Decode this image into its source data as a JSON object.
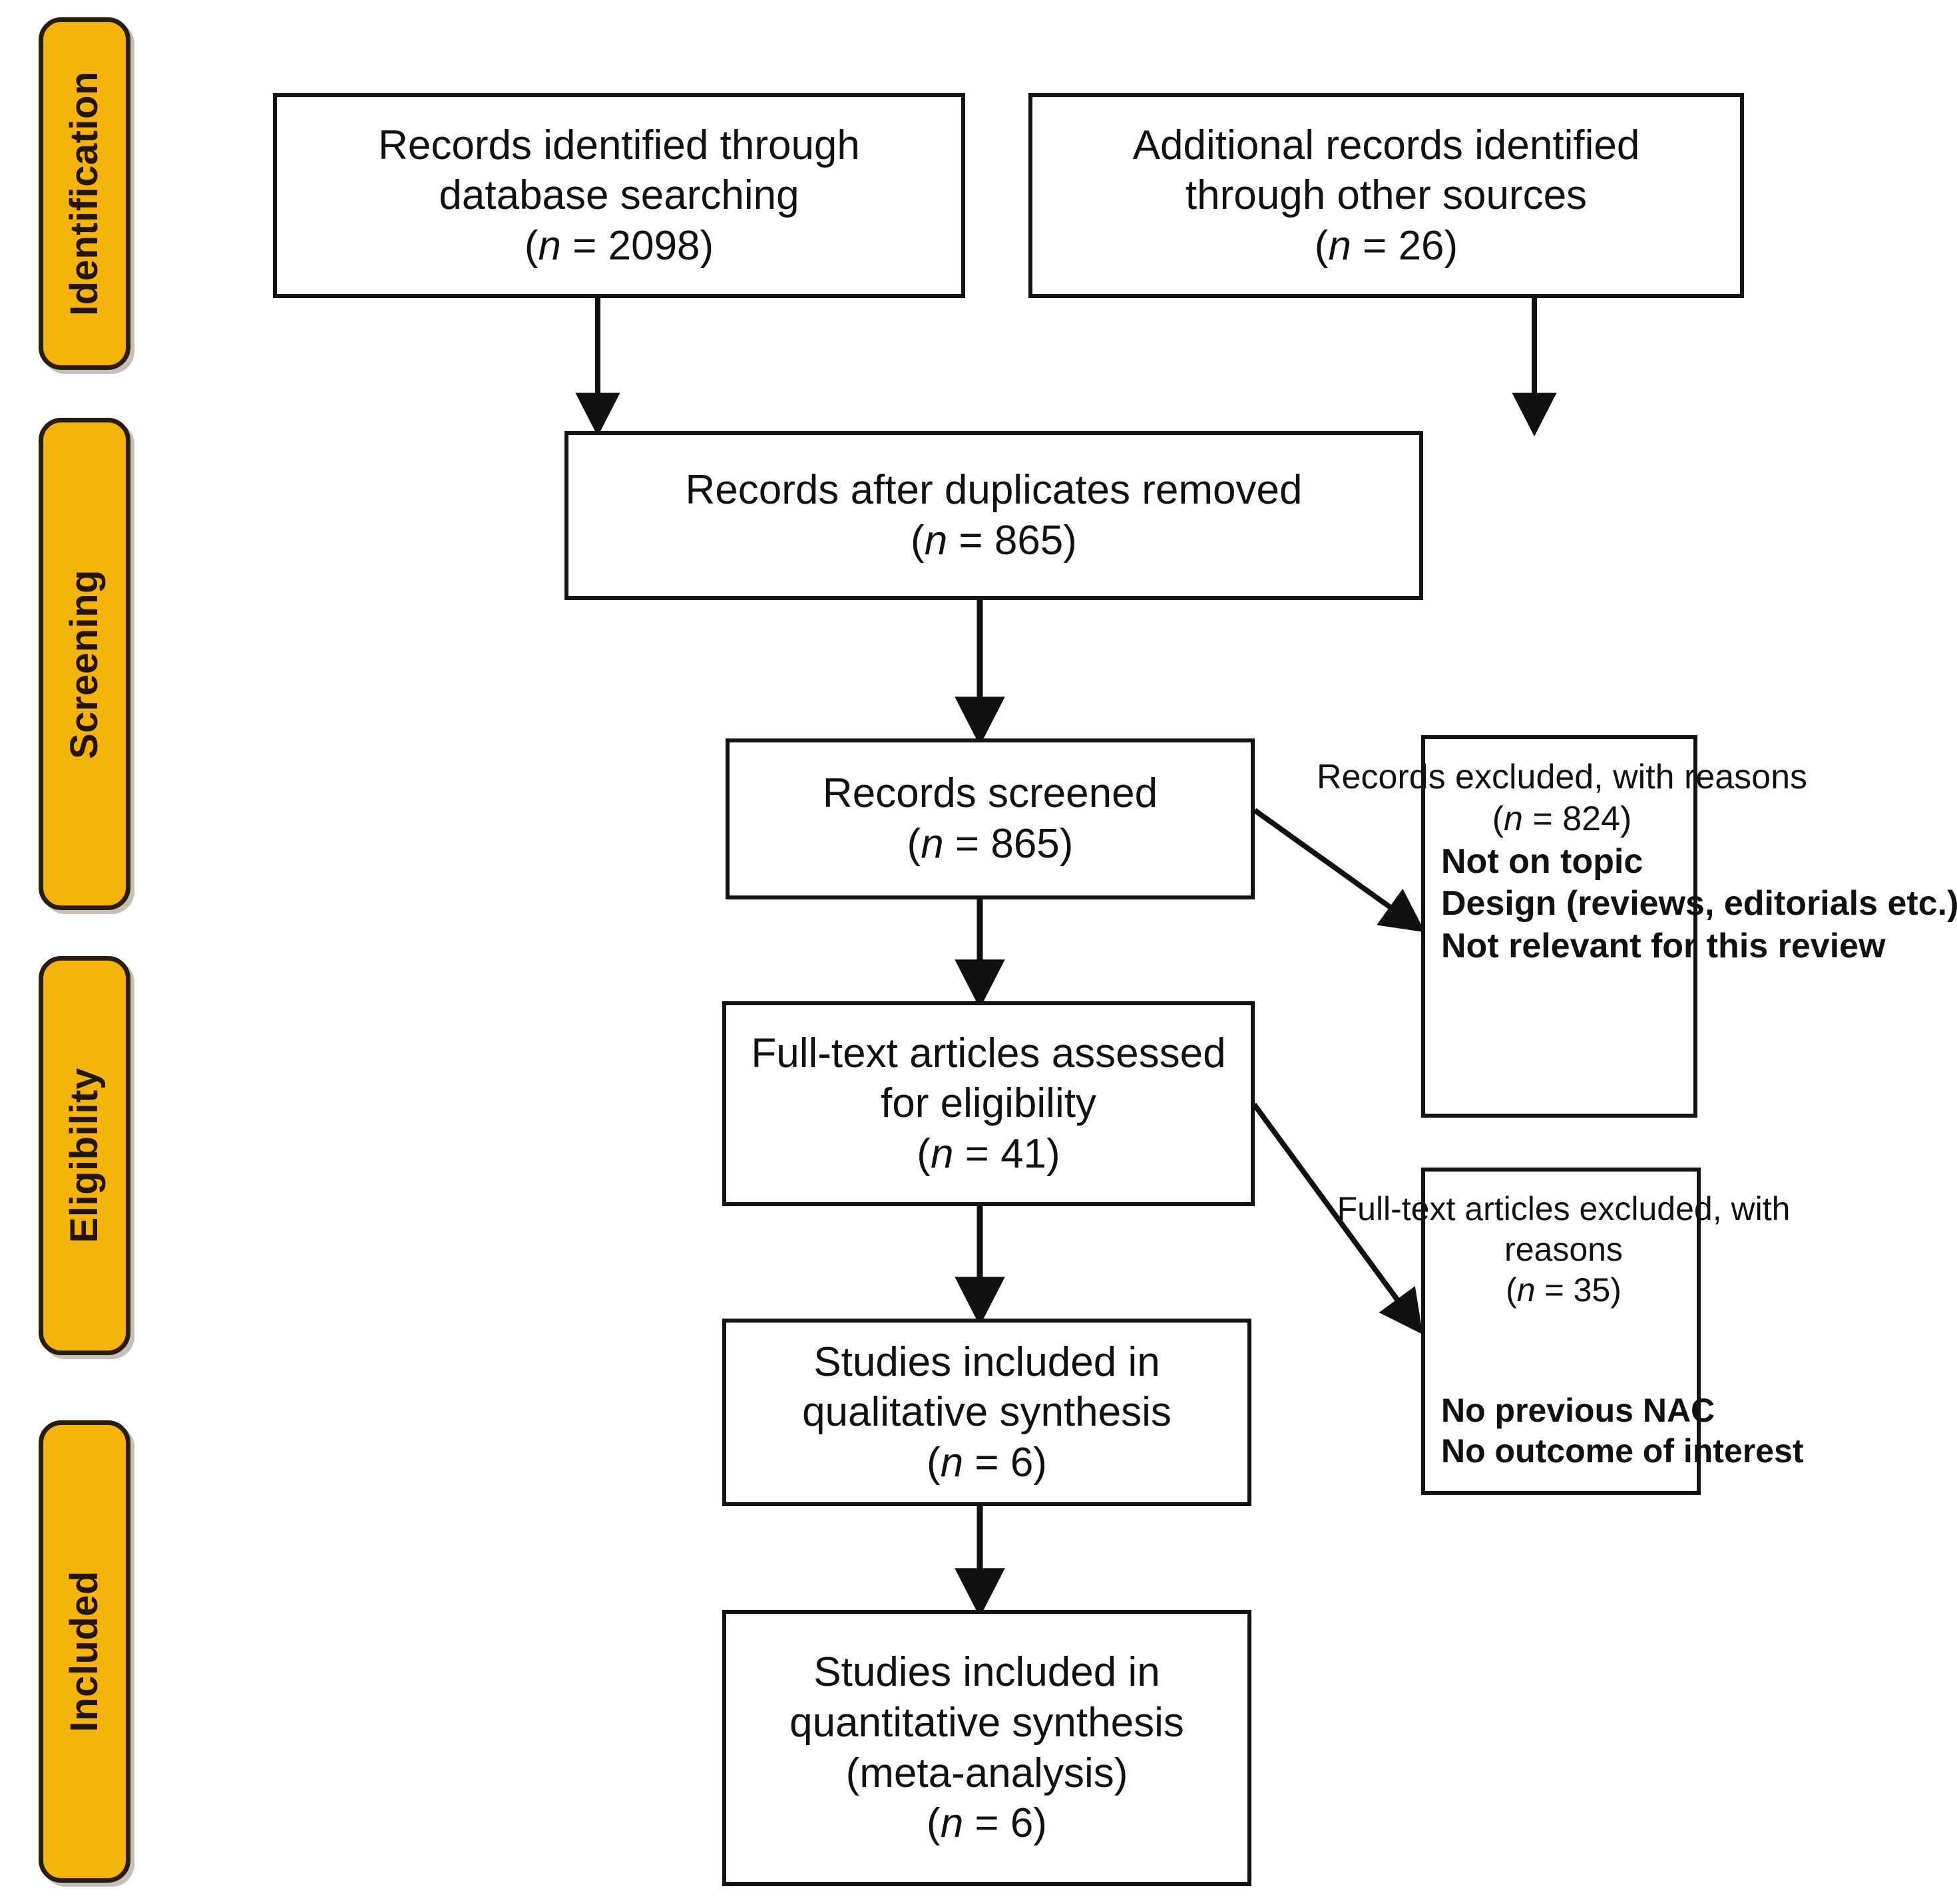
{
  "diagram": {
    "type": "prisma-flow-diagram",
    "accent_color": "#F5B409",
    "border_color": "#131313",
    "stages": [
      {
        "id": "identification",
        "label": "Identification"
      },
      {
        "id": "screening",
        "label": "Screening"
      },
      {
        "id": "eligibility",
        "label": "Eligibility"
      },
      {
        "id": "included",
        "label": "Included"
      }
    ],
    "boxes": {
      "db_search": {
        "line1": "Records identified through",
        "line2": "database searching",
        "n_open": "(",
        "n_italic": "n",
        "n_value": " = 2098)"
      },
      "other_sources": {
        "line1": "Additional records identified",
        "line2": "through other sources",
        "n_open": "(",
        "n_italic": "n",
        "n_value": " = 26)"
      },
      "duplicates_removed": {
        "line1": "Records after duplicates removed",
        "n_open": "(",
        "n_italic": "n",
        "n_value": " = 865)"
      },
      "records_screened": {
        "line1": "Records screened",
        "n_open": "(",
        "n_italic": "n",
        "n_value": " = 865)"
      },
      "records_excluded": {
        "line1": "Records excluded, with reasons",
        "n_open": "(",
        "n_italic": "n",
        "n_value": " = 824)",
        "reason1": "Not on topic",
        "reason2": "Design (reviews, editorials etc.)",
        "reason3": "Not relevant for this review"
      },
      "fulltext_assessed": {
        "line1": "Full-text articles assessed",
        "line2": "for eligibility",
        "n_open": "(",
        "n_italic": "n",
        "n_value": " = 41)"
      },
      "fulltext_excluded": {
        "line1": "Full-text articles excluded, with",
        "line2": "reasons",
        "n_open": "(",
        "n_italic": "n",
        "n_value": " = 35)",
        "reason1": "No previous NAC",
        "reason2": "No outcome of interest"
      },
      "qualitative": {
        "line1": "Studies included in",
        "line2": "qualitative synthesis",
        "n_open": "(",
        "n_italic": "n",
        "n_value": " = 6)"
      },
      "quantitative": {
        "line1": "Studies included in",
        "line2": "quantitative synthesis",
        "line3": "(meta-analysis)",
        "n_open": "(",
        "n_italic": "n",
        "n_value": " = 6)"
      }
    }
  }
}
